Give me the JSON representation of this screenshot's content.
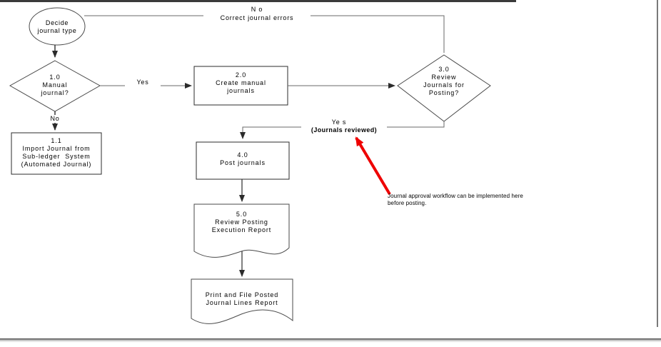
{
  "diagram": {
    "title": "Journal posting process flowchart",
    "nodes": {
      "start": {
        "label": "Decide\njournal type",
        "shape": "ellipse"
      },
      "decision_manual": {
        "label": "1.0\nManual\njournal?",
        "shape": "diamond"
      },
      "import_journal": {
        "label": "1.1\nImport Journal from\nSub-ledger  System\n(Automated Journal)",
        "shape": "process"
      },
      "create_manual": {
        "label": "2.0\nCreate manual\njournals",
        "shape": "process"
      },
      "decision_review": {
        "label": "3.0\nReview\nJournals for\nPosting?",
        "shape": "diamond"
      },
      "post_journals": {
        "label": "4.0\nPost journals",
        "shape": "process"
      },
      "review_posting": {
        "label": "5.0\nReview Posting\nExecution Report",
        "shape": "document"
      },
      "print_file": {
        "label": "Print and File Posted\nJournal Lines Report",
        "shape": "document"
      }
    },
    "edge_labels": {
      "no_correct_line1": "N o",
      "no_correct_line2": "Correct journal errors",
      "yes_manual": "Yes",
      "no_manual": "No",
      "yes_reviewed_line1": "Ye s",
      "yes_reviewed_line2": "(Journals reviewed)"
    },
    "annotation": {
      "text": "Journal approval workflow can be implemented here\nbefore posting.",
      "arrow_color": "#ee0000"
    },
    "colors": {
      "stroke": "#4a4a4a",
      "text": "#000000",
      "background": "#ffffff",
      "accent": "#ee0000"
    }
  }
}
